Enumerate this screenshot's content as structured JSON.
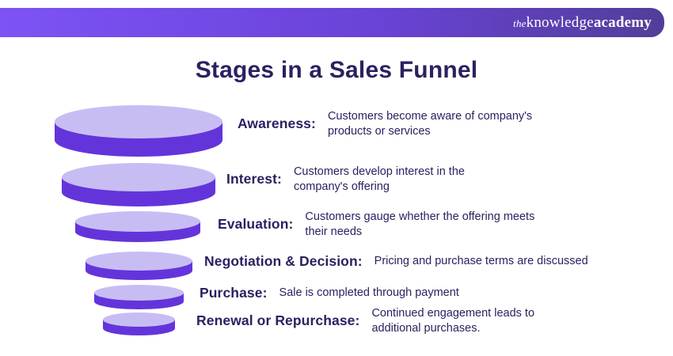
{
  "logo": {
    "the": "the",
    "knowledge": "knowledge",
    "academy": "academy"
  },
  "title": "Stages in a Sales Funnel",
  "colors": {
    "funnel_body": "#6434db",
    "funnel_cap": "#c8bdf3",
    "text_navy": "#2b2160",
    "logo_bar_gradient_start": "#7d53f6",
    "logo_bar_gradient_end": "#523e99"
  },
  "stages": [
    {
      "label": "Awareness:",
      "description": "Customers become aware of company's products or services"
    },
    {
      "label": "Interest:",
      "description": "Customers develop interest in the company's offering"
    },
    {
      "label": "Evaluation:",
      "description": "Customers gauge whether the offering meets their needs"
    },
    {
      "label": "Negotiation & Decision:",
      "description": "Pricing and purchase terms are discussed"
    },
    {
      "label": "Purchase:",
      "description": "Sale is completed through payment"
    },
    {
      "label": "Renewal or Repurchase:",
      "description": "Continued engagement leads to additional purchases."
    }
  ]
}
